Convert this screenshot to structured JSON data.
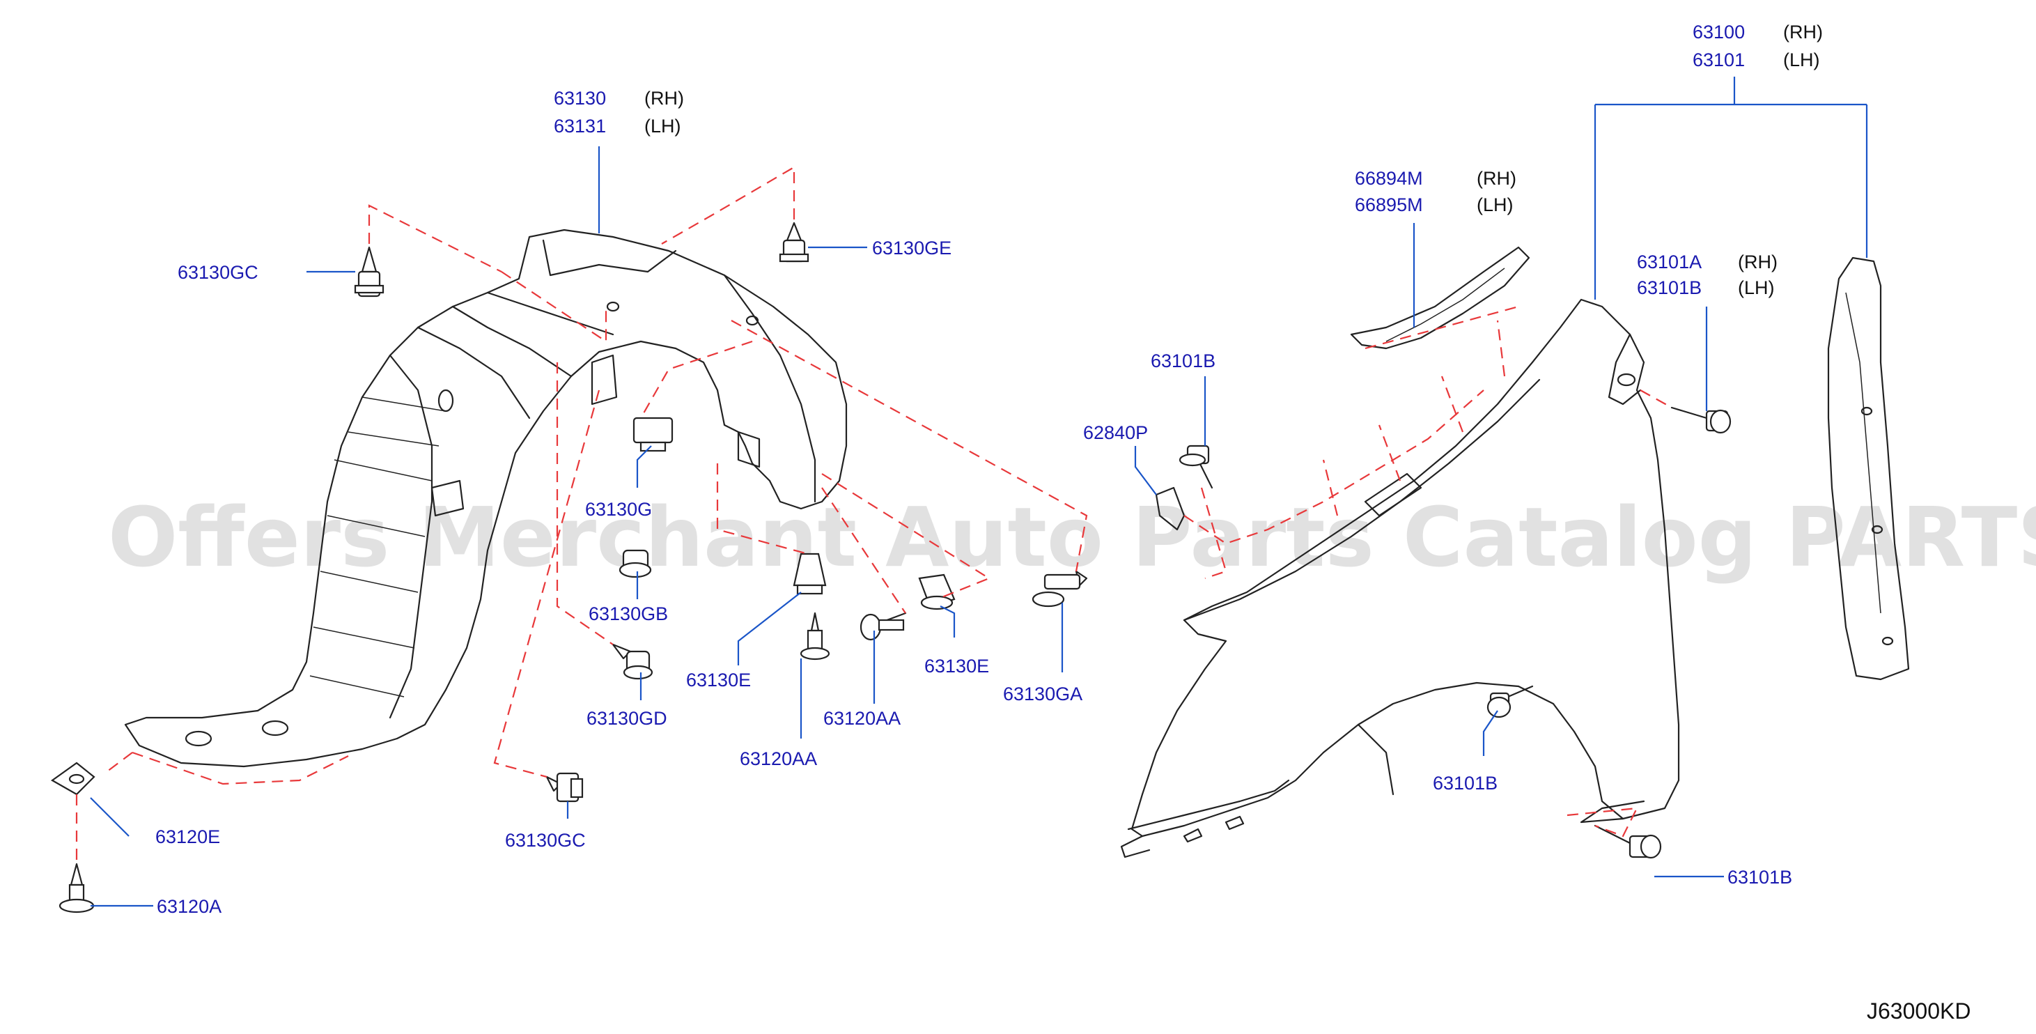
{
  "watermark": "Offers Merchant Auto Parts Catalog PARTSTORE.SA",
  "diagram_code": "J63000KD",
  "labels": {
    "fender_rh": "63100",
    "fender_lh": "63101",
    "protector_rh": "63130",
    "protector_lh": "63131",
    "seal_rh": "66894M",
    "seal_lh": "66895M",
    "bracket_rh": "63101A",
    "bracket_lh": "63101B",
    "clip_gc_top": "63130GC",
    "clip_ge": "63130GE",
    "bolt_63101b_upper": "63101B",
    "part_62840p": "62840P",
    "clip_g": "63130G",
    "clip_gb": "63130GB",
    "clip_gd": "63130GD",
    "clip_e_center": "63130E",
    "clip_e_right": "63130E",
    "screw_aa_a": "63120AA",
    "screw_aa_b": "63120AA",
    "clip_ga": "63130GA",
    "clip_gc_bottom": "63130GC",
    "nut_63120e": "63120E",
    "screw_63120a": "63120A",
    "bolt_63101b_lower": "63101B",
    "bolt_63101b_front": "63101B"
  },
  "suffix": {
    "rh": "(RH)",
    "lh": "(LH)"
  }
}
